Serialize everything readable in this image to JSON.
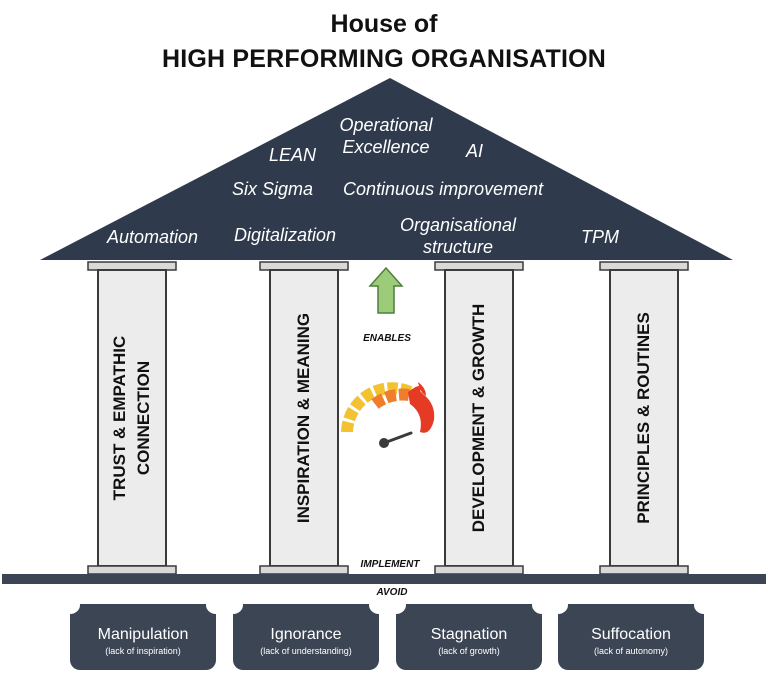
{
  "title": {
    "line1": "House of",
    "line2": "HIGH PERFORMING ORGANISATION"
  },
  "roof": {
    "terms": [
      {
        "id": "operational-excellence",
        "text": "Operational\nExcellence"
      },
      {
        "id": "lean",
        "text": "LEAN"
      },
      {
        "id": "ai",
        "text": "AI"
      },
      {
        "id": "six-sigma",
        "text": "Six Sigma"
      },
      {
        "id": "continuous-improvement",
        "text": "Continuous improvement"
      },
      {
        "id": "automation",
        "text": "Automation"
      },
      {
        "id": "digitalization",
        "text": "Digitalization"
      },
      {
        "id": "organisational-structure",
        "text": "Organisational\nstructure"
      },
      {
        "id": "tpm",
        "text": "TPM"
      }
    ]
  },
  "pillars": [
    {
      "id": "trust",
      "label": "TRUST & EMPATHIC\nCONNECTION"
    },
    {
      "id": "inspiration",
      "label": "INSPIRATION & MEANING"
    },
    {
      "id": "development",
      "label": "DEVELOPMENT & GROWTH"
    },
    {
      "id": "principles",
      "label": "PRINCIPLES & ROUTINES"
    }
  ],
  "labels": {
    "enables": "ENABLES",
    "implement": "IMPLEMENT",
    "avoid": "AVOID"
  },
  "avoid": [
    {
      "id": "manipulation",
      "title": "Manipulation",
      "sub": "(lack of inspiration)"
    },
    {
      "id": "ignorance",
      "title": "Ignorance",
      "sub": "(lack of understanding)"
    },
    {
      "id": "stagnation",
      "title": "Stagnation",
      "sub": "(lack of growth)"
    },
    {
      "id": "suffocation",
      "title": "Suffocation",
      "sub": "(lack of autonomy)"
    }
  ],
  "colors": {
    "roof": "#2f3a4c",
    "base": "#3b4554",
    "pillar_fill": "#ececec",
    "pillar_stroke": "#3a3a3a",
    "arrow_fill": "#9ccc7a",
    "arrow_stroke": "#4f7f3a"
  },
  "icons": {
    "arrow": "up-arrow-icon",
    "gauge": "speedometer-flame-icon"
  }
}
